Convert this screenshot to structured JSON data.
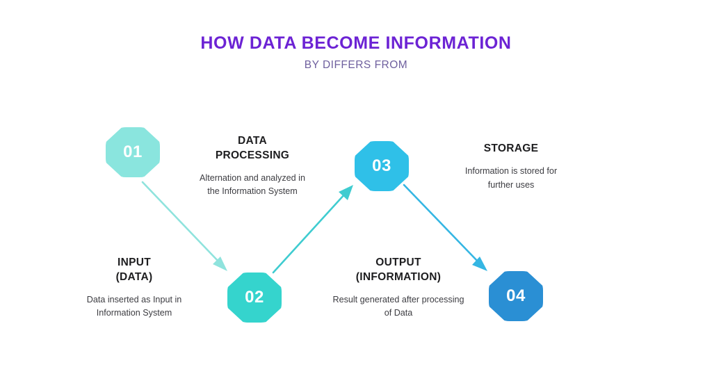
{
  "header": {
    "title": "HOW DATA BECOME INFORMATION",
    "subtitle": "BY DIFFERS FROM",
    "title_color": "#6c23d4",
    "subtitle_color": "#6e5f9e"
  },
  "diagram": {
    "type": "process-flow",
    "background": "#ffffff",
    "nodes": [
      {
        "id": "01",
        "label": "01",
        "color": "#8ae5de",
        "shape": "rounded-octagon"
      },
      {
        "id": "02",
        "label": "02",
        "color": "#35d4cd",
        "shape": "rounded-octagon"
      },
      {
        "id": "03",
        "label": "03",
        "color": "#2fc0e8",
        "shape": "rounded-octagon"
      },
      {
        "id": "04",
        "label": "04",
        "color": "#2a8fd4",
        "shape": "rounded-octagon"
      }
    ],
    "connectors": [
      {
        "from": "01",
        "to": "02",
        "direction": "down-right",
        "color": "#8fe3dd"
      },
      {
        "from": "02",
        "to": "03",
        "direction": "up-right",
        "color": "#3fccd0"
      },
      {
        "from": "03",
        "to": "04",
        "direction": "down-right",
        "color": "#35b6e3"
      }
    ],
    "steps": [
      {
        "node": "01",
        "title": "INPUT\n(DATA)",
        "title_line1": "INPUT",
        "title_line2": "(DATA)",
        "body": "Data inserted as Input in Information System"
      },
      {
        "node": "02",
        "title": "DATA PROCESSING",
        "title_line1": "DATA",
        "title_line2": "PROCESSING",
        "body": "Alternation and analyzed in the Information System"
      },
      {
        "node": "03",
        "title": "OUTPUT (INFORMATION)",
        "title_line1": "OUTPUT",
        "title_line2": "(INFORMATION)",
        "body": "Result generated after processing of Data"
      },
      {
        "node": "04",
        "title": "STORAGE",
        "title_line1": "STORAGE",
        "title_line2": "",
        "body": "Information is stored for further uses"
      }
    ]
  }
}
